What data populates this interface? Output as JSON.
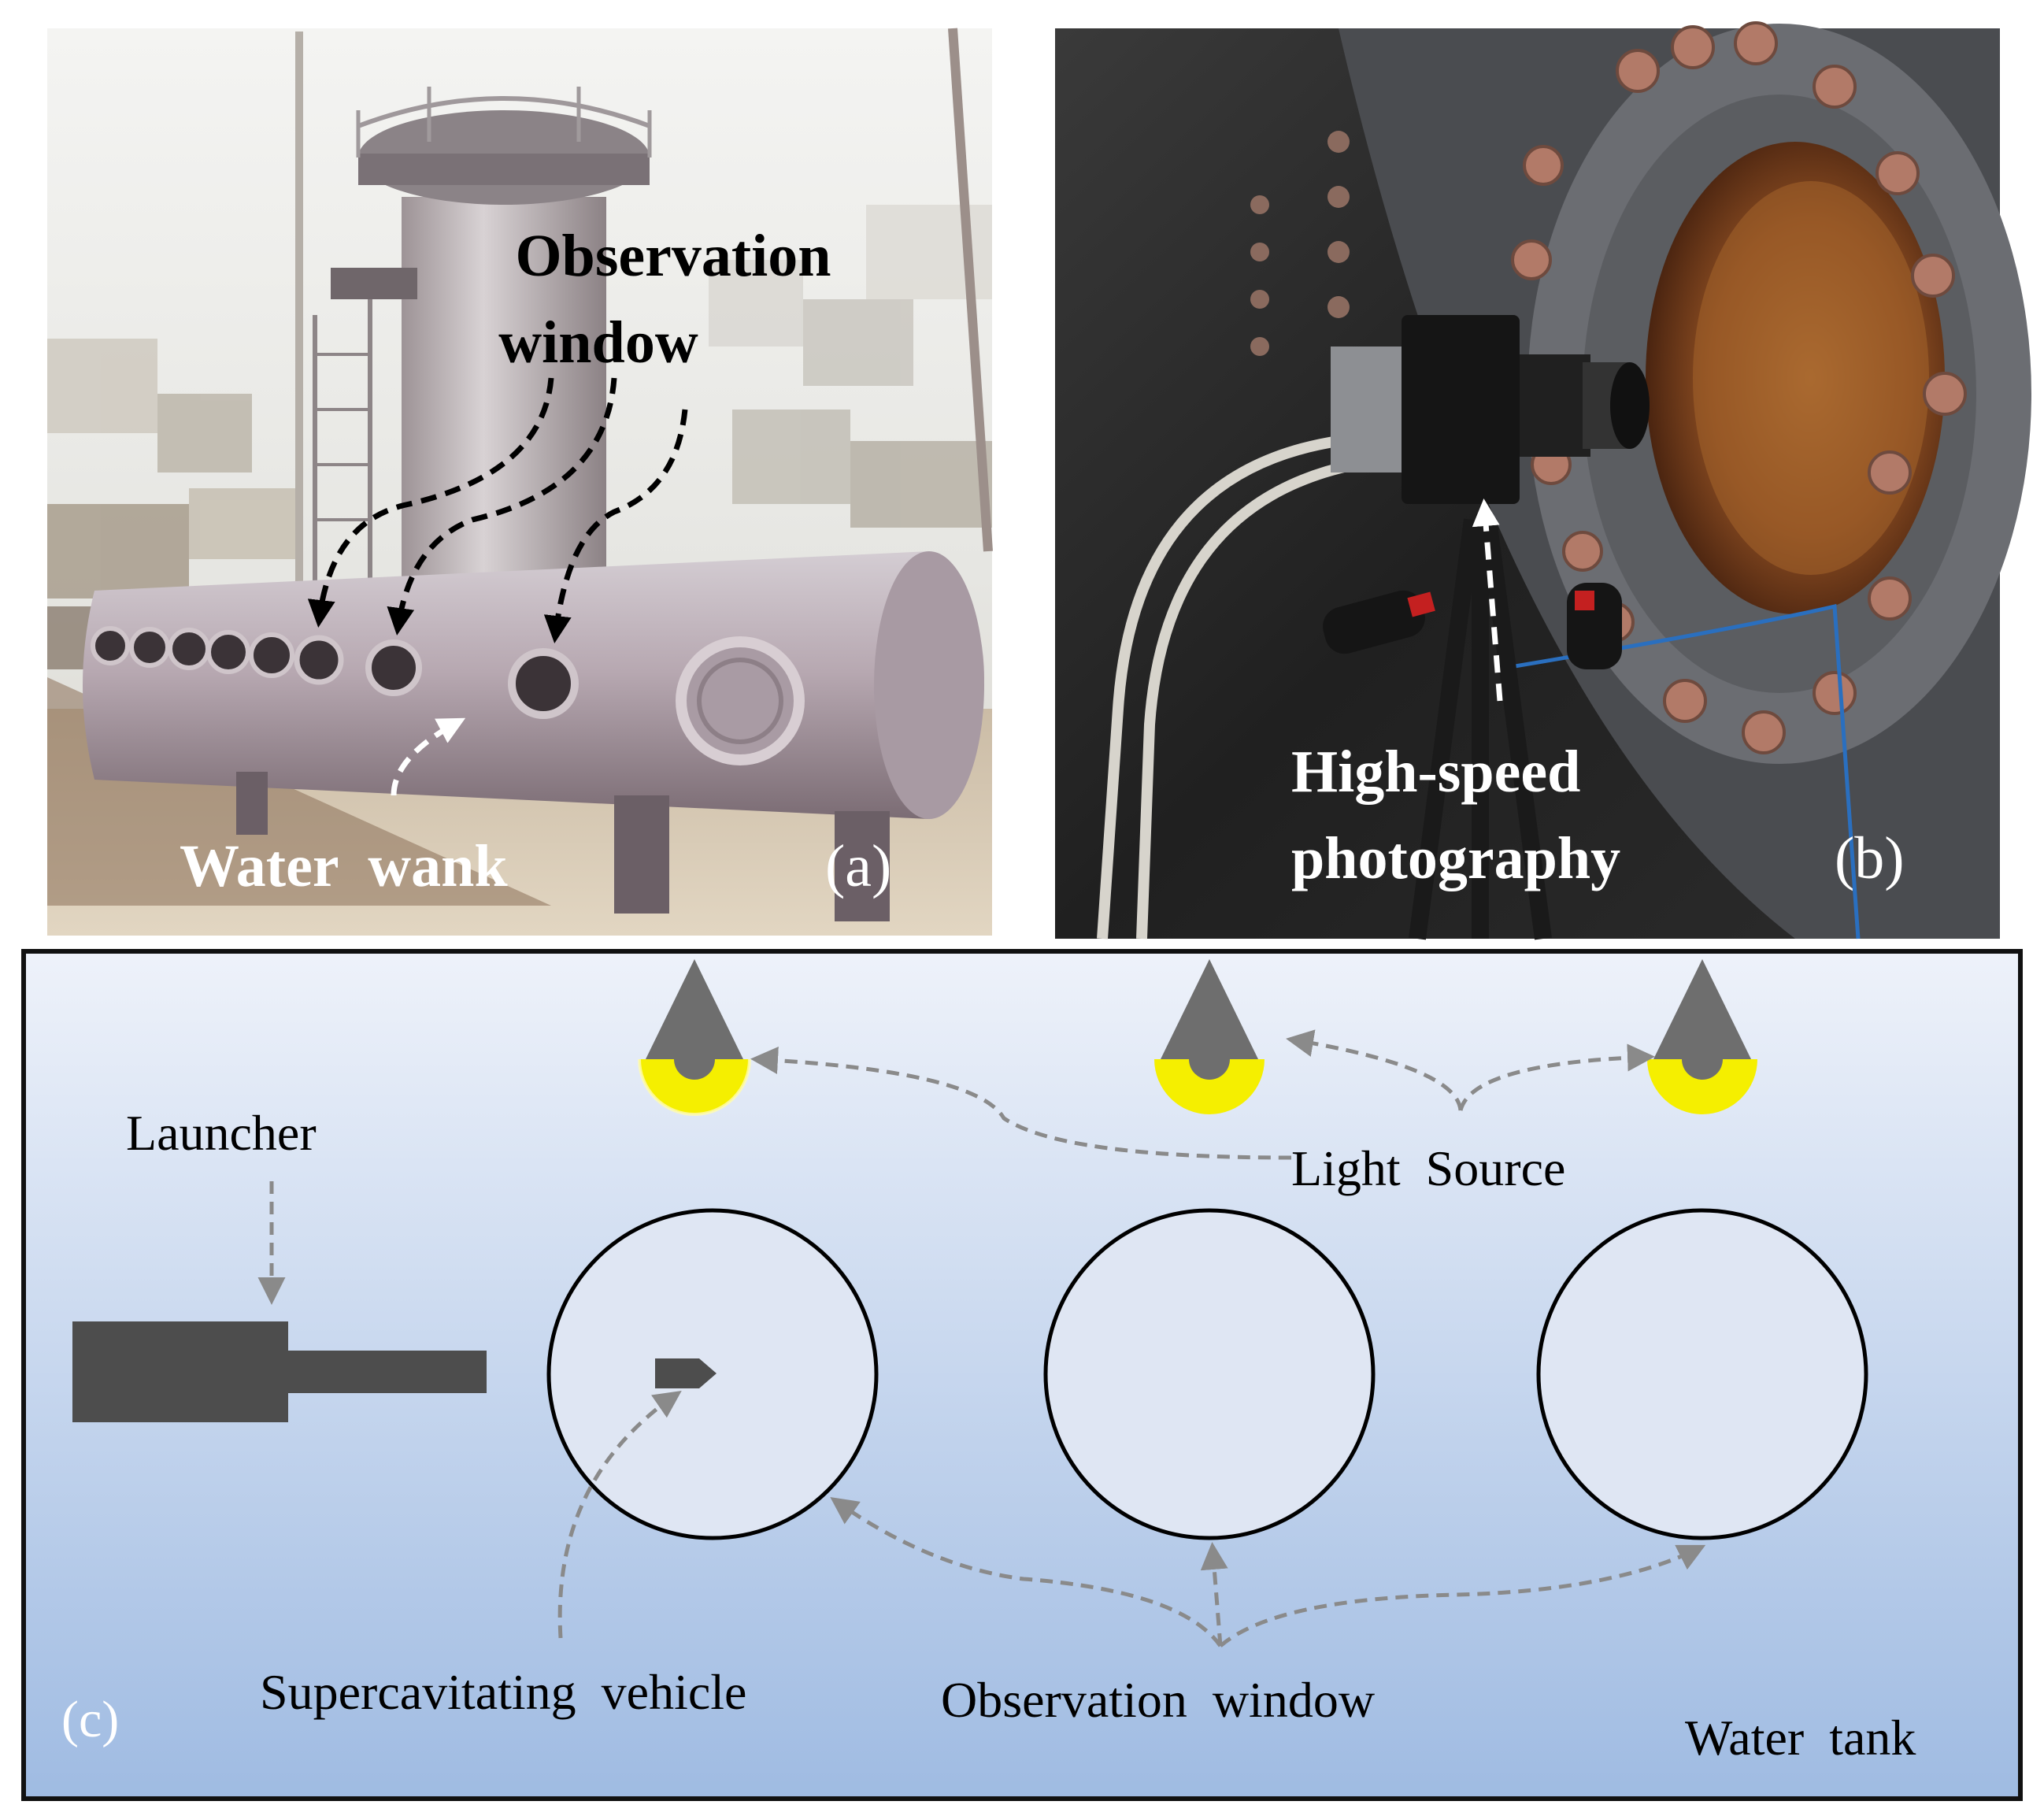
{
  "panel_a": {
    "label": "(a)",
    "observation_label_line1": "Observation",
    "observation_label_line2": "window",
    "water_label": "Water  wank"
  },
  "panel_b": {
    "label": "(b)",
    "camera_label_line1": "High-speed",
    "camera_label_line2": "photography"
  },
  "panel_c": {
    "label": "(c)",
    "launcher_label": "Launcher",
    "light_source_label": "Light  Source",
    "vehicle_label": "Supercavitating  vehicle",
    "observation_label": "Observation  window",
    "tank_label": "Water  tank"
  },
  "colors": {
    "tank_gradient_top": "#eef2fa",
    "tank_gradient_bottom": "#9fbbe2",
    "launcher": "#4d4d4d",
    "lamp_body": "#6e6e6e",
    "lamp_glow": "#f5ef00",
    "dashed_arrow": "#8a8a8a",
    "window_fill": "#dfe6f3"
  }
}
